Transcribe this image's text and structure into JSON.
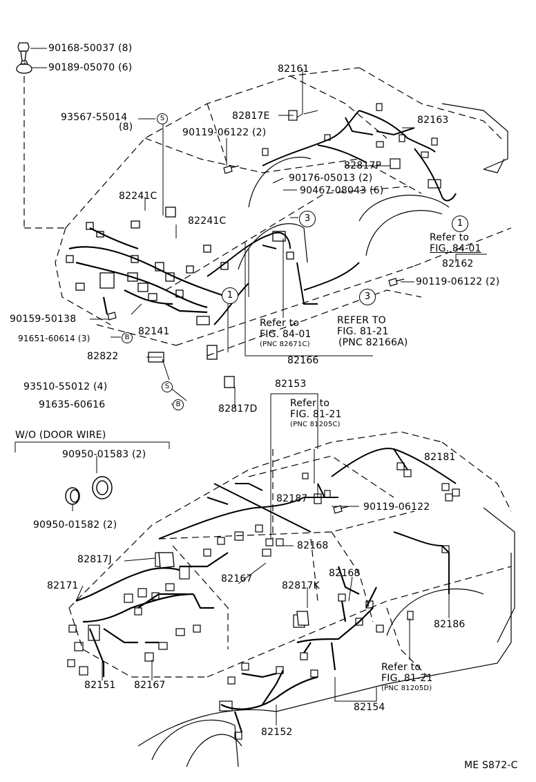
{
  "labels": {
    "p90168": "90168-50037 (8)",
    "p90189": "90189-05070 (6)",
    "p93567": "93567-55014",
    "p93567q": "(8)",
    "p82817E": "82817E",
    "p82161": "82161",
    "p82163": "82163",
    "p90119a": "90119-06122 (2)",
    "p82817P": "82817P",
    "p90176": "90176-05013 (2)",
    "p90467": "90467-08043 (6)",
    "p82241Ca": "82241C",
    "p82241Cb": "82241C",
    "p90119b": "90119-06122 (2)",
    "p82162": "82162",
    "p90159": "90159-50138",
    "p91651": "91651-60614 (3)",
    "p82141": "82141",
    "p82822": "82822",
    "p82166": "82166",
    "p93510": "93510-55012 (4)",
    "p91635": "91635-60616",
    "p82817D": "82817D",
    "p82153": "82153",
    "p82181": "82181",
    "p82187": "82187",
    "p90119c": "90119-06122",
    "wo_header": "W/O  (DOOR WIRE)",
    "p90950a": "90950-01583 (2)",
    "p90950b": "90950-01582 (2)",
    "p82168a": "82168",
    "p82168b": "82168",
    "p82817J": "82817J",
    "p82167a": "82167",
    "p82817K": "82817K",
    "p82171": "82171",
    "p82186": "82186",
    "p82151": "82151",
    "p82167b": "82167",
    "p82152": "82152",
    "p82154": "82154",
    "footer_code": "ME S872-C"
  },
  "refs": {
    "r1_line1": "Refer to",
    "r1_line2": "FIG. 84-01",
    "r2_line1": "Refer to",
    "r2_line2": "FIG. 84-01",
    "r2_line3": "(PNC 82671C)",
    "r3_line1": "REFER TO",
    "r3_line2": "FIG. 81-21",
    "r3_line3": "(PNC  82166A)",
    "r4_line1": "Refer to",
    "r4_line2": "FIG. 81-21",
    "r4_line3": "(PNC 81205C)",
    "r5_line1": "Refer to",
    "r5_line2": "FIG. 81-21",
    "r5_line3": "(PNC 81205D)"
  },
  "markers": {
    "s": "S",
    "b": "B",
    "one": "1",
    "three": "3"
  }
}
